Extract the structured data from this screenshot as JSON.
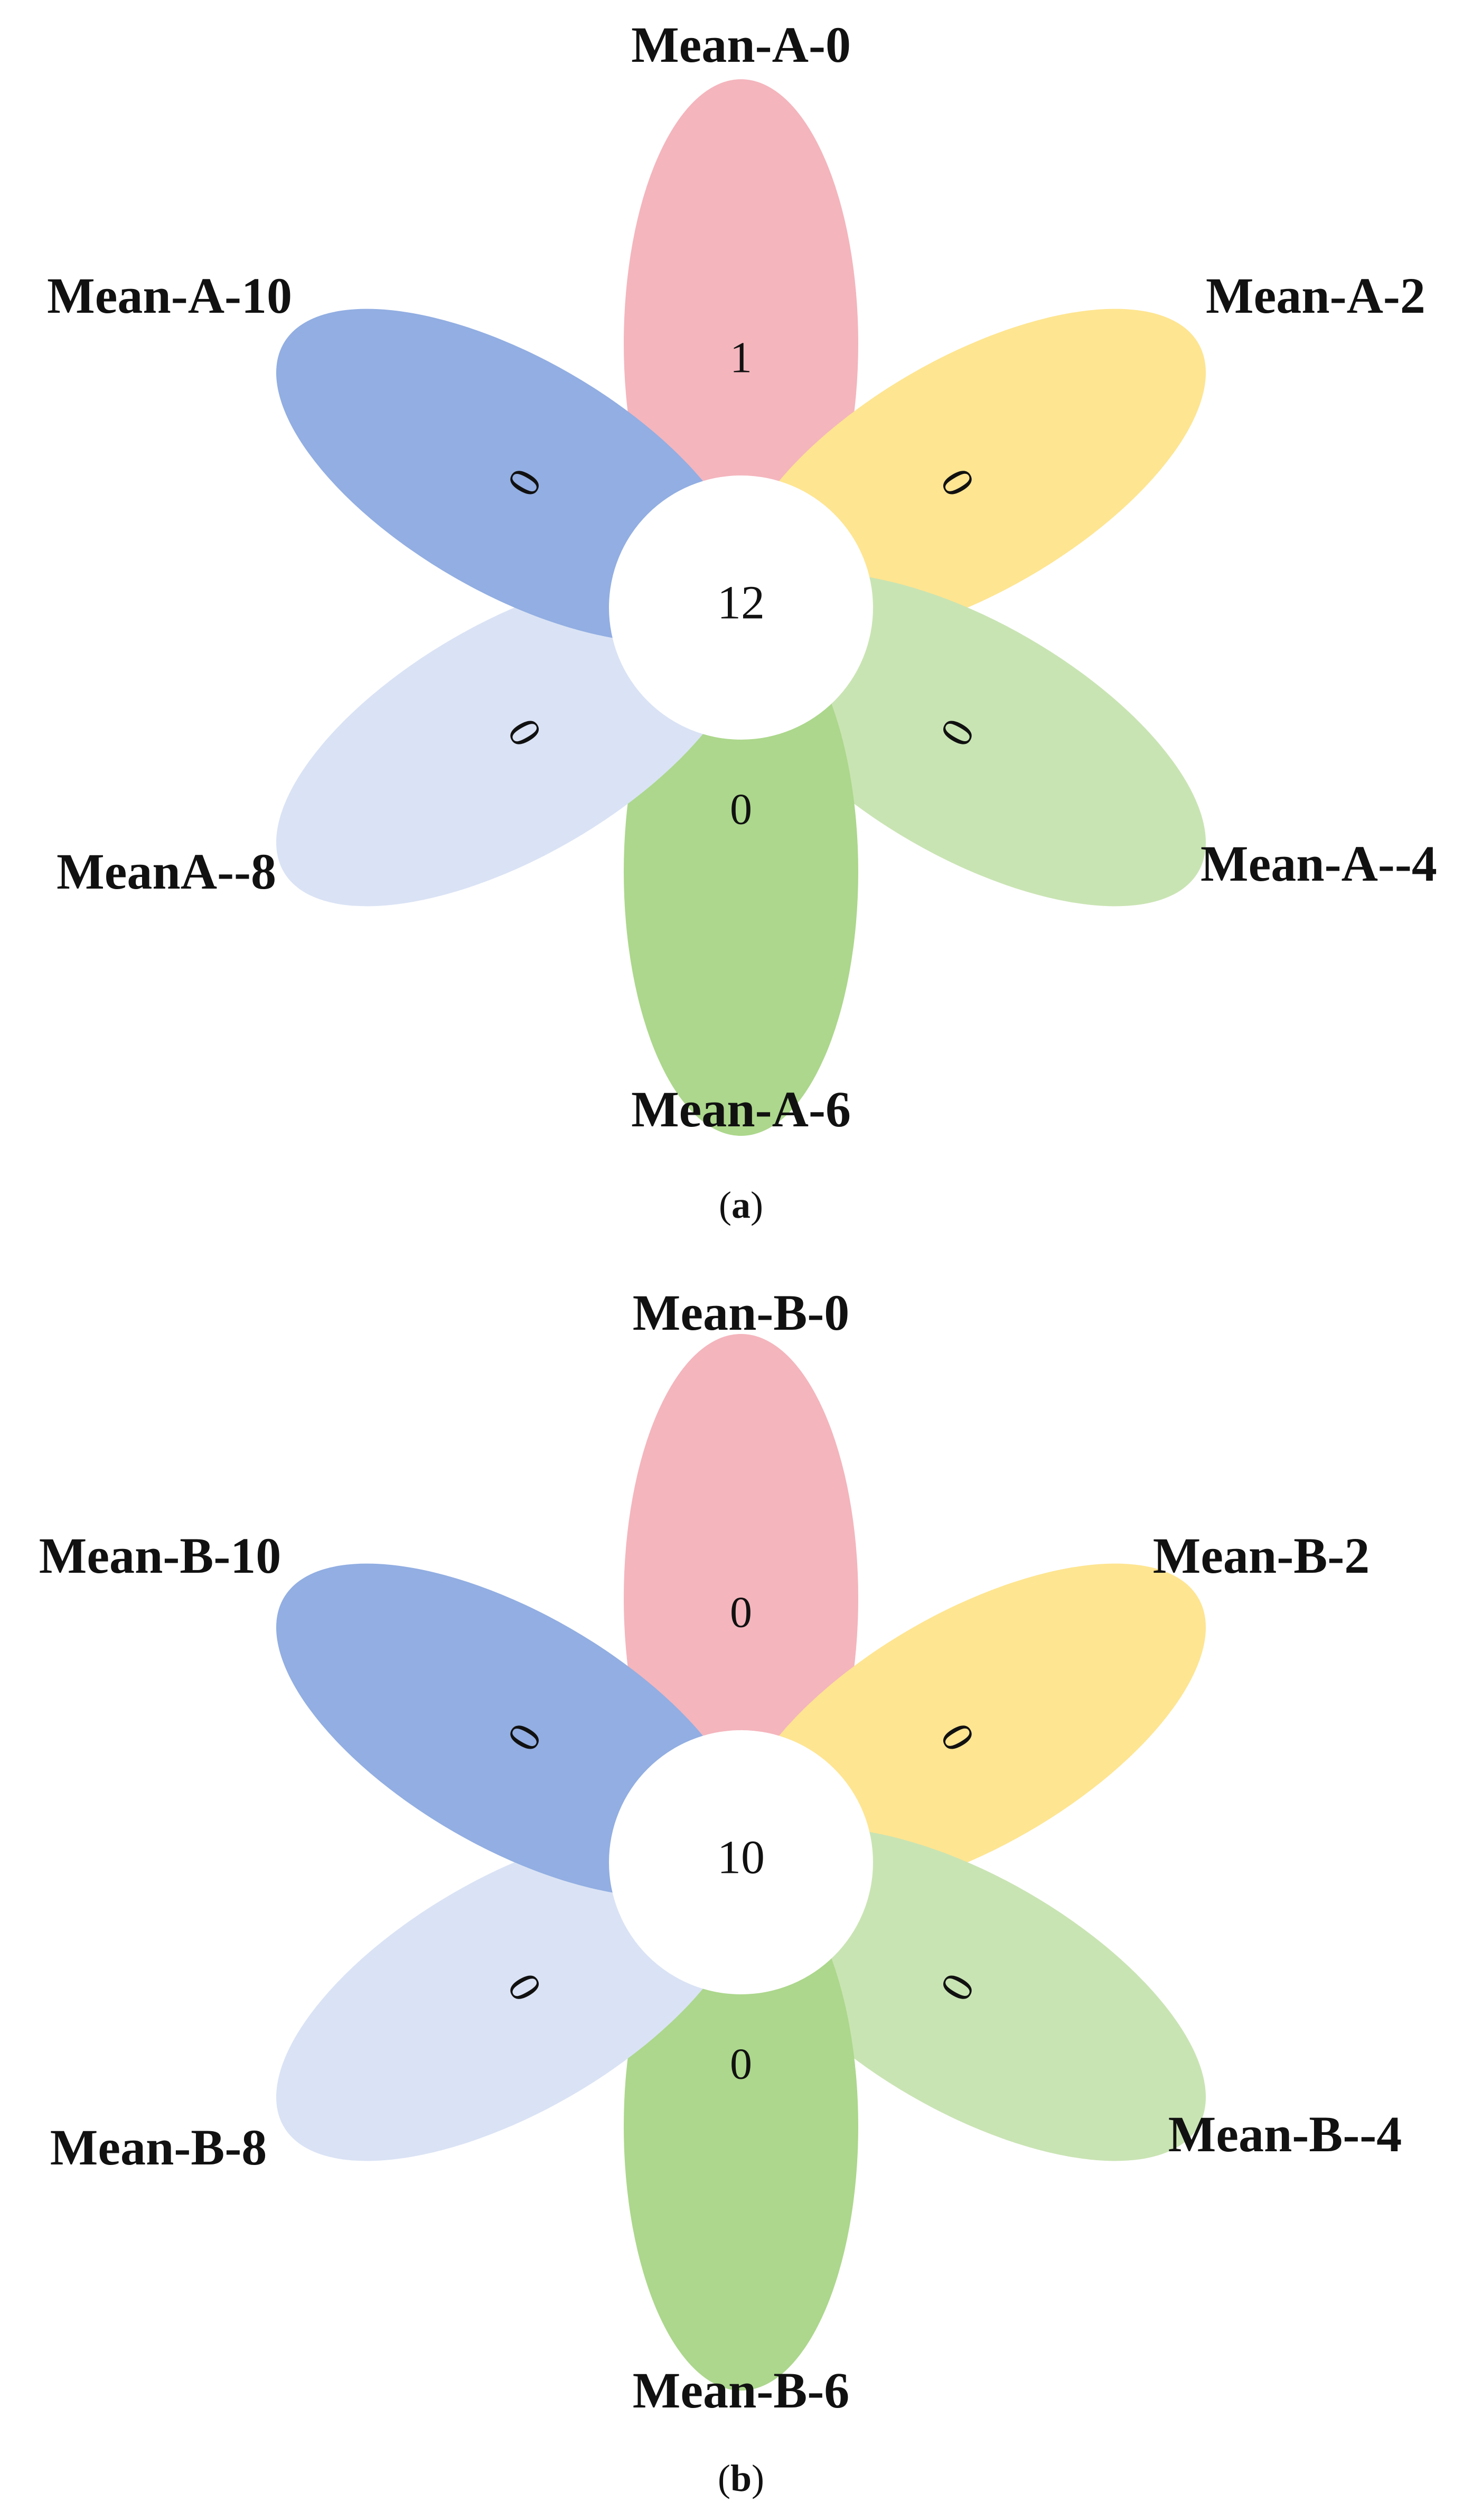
{
  "colors": {
    "petal_0": "#f4b5bd",
    "petal_2": "#fee591",
    "petal_4": "#c9e4b3",
    "petal_6": "#acd78c",
    "petal_8": "#dae3f5",
    "petal_10": "#92aee2",
    "center": "#ffffff"
  },
  "panels": [
    {
      "id": "a",
      "caption": {
        "open": "(",
        "letter": "a",
        "close": ")"
      },
      "center": "12",
      "petals": [
        {
          "label": "Mean-A-0",
          "count": "1"
        },
        {
          "label": "Mean-A-2",
          "count": "0"
        },
        {
          "label": "Mean-A--4",
          "count": "0"
        },
        {
          "label": "Mean-A-6",
          "count": "0"
        },
        {
          "label": "MeanA--8",
          "count": "0"
        },
        {
          "label": "Mean-A-10",
          "count": "0"
        }
      ]
    },
    {
      "id": "b",
      "caption": {
        "open": "(",
        "letter": "b",
        "close": ")"
      },
      "center": "10",
      "petals": [
        {
          "label": "Mean-B-0",
          "count": "0"
        },
        {
          "label": "Mean-B-2",
          "count": "0"
        },
        {
          "label": "Mean-B--4",
          "count": "0"
        },
        {
          "label": "Mean-B-6",
          "count": "0"
        },
        {
          "label": "Mean-B-8",
          "count": "0"
        },
        {
          "label": "Mean-B-10",
          "count": "0"
        }
      ]
    }
  ]
}
